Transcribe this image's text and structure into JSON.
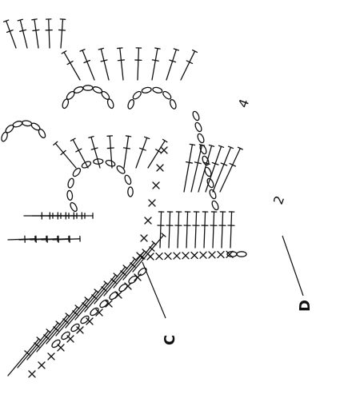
{
  "diagram": {
    "labels": {
      "row4": "4",
      "row2": "2",
      "point_c": "C",
      "point_d": "D"
    },
    "colors": {
      "ink": "#111111",
      "paper": "#ffffff"
    }
  }
}
